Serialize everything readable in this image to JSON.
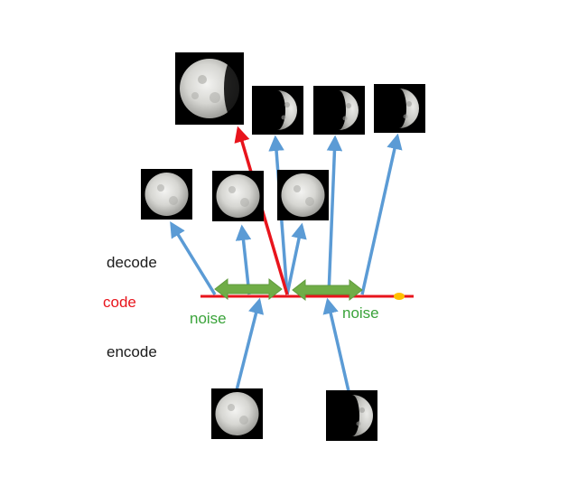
{
  "labels": {
    "decode": "decode",
    "code": "code",
    "encode": "encode",
    "noise_left": "noise",
    "noise_right": "noise"
  },
  "colors": {
    "decode_text": "#1a1a1a",
    "code_text": "#e8141c",
    "encode_text": "#1a1a1a",
    "noise_text": "#3aa33a",
    "code_line": "#e8141c",
    "blue_arrow": "#5b9bd5",
    "red_arrow": "#e8141c",
    "noise_arrow": "#70ad47",
    "code_marker": "#ffc000"
  },
  "images": [
    {
      "name": "encode-input-full-moon",
      "phase": "full"
    },
    {
      "name": "encode-input-half-moon",
      "phase": "half"
    },
    {
      "name": "decode-output-full-moon-1",
      "phase": "full"
    },
    {
      "name": "decode-output-full-moon-2",
      "phase": "full"
    },
    {
      "name": "decode-output-full-moon-3",
      "phase": "full"
    },
    {
      "name": "decode-output-gibbous-moon",
      "phase": "gibbous"
    },
    {
      "name": "decode-output-half-moon-1",
      "phase": "half"
    },
    {
      "name": "decode-output-half-moon-2",
      "phase": "half"
    },
    {
      "name": "decode-output-half-moon-3",
      "phase": "half"
    }
  ]
}
